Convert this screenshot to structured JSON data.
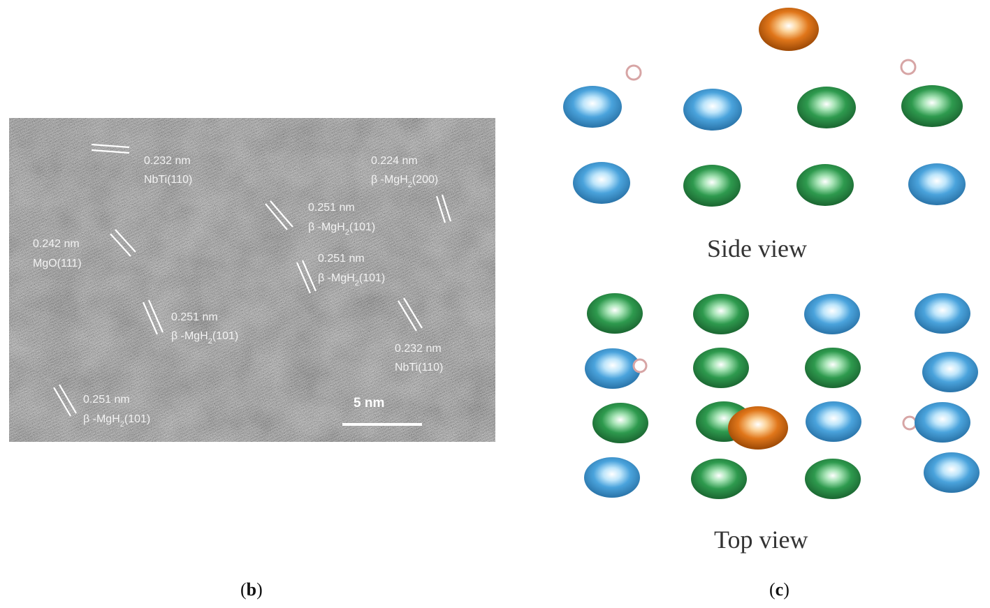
{
  "panel_b": {
    "annotations": [
      {
        "d": "0.232 nm",
        "plane": "NbTi(110)"
      },
      {
        "d": "0.224 nm",
        "plane": "β -MgH2(200)"
      },
      {
        "d": "0.251 nm",
        "plane": "β -MgH2(101)"
      },
      {
        "d": "0.242 nm",
        "plane": "MgO(111)"
      },
      {
        "d": "0.251 nm",
        "plane": "β -MgH2(101)"
      },
      {
        "d": "0.251 nm",
        "plane": "β -MgH2(101)"
      },
      {
        "d": "0.232 nm",
        "plane": "NbTi(110)"
      },
      {
        "d": "0.251 nm",
        "plane": "β -MgH2(101)"
      }
    ],
    "scale_bar": "5 nm",
    "caption_letter": "b"
  },
  "panel_c": {
    "side_view_label": "Side view",
    "top_view_label": "Top view",
    "caption_letter": "c",
    "colors": {
      "blue": "#4aa3dc",
      "green": "#2e9a4e",
      "orange": "#e0761a",
      "pink": "#e8b8b8"
    }
  }
}
